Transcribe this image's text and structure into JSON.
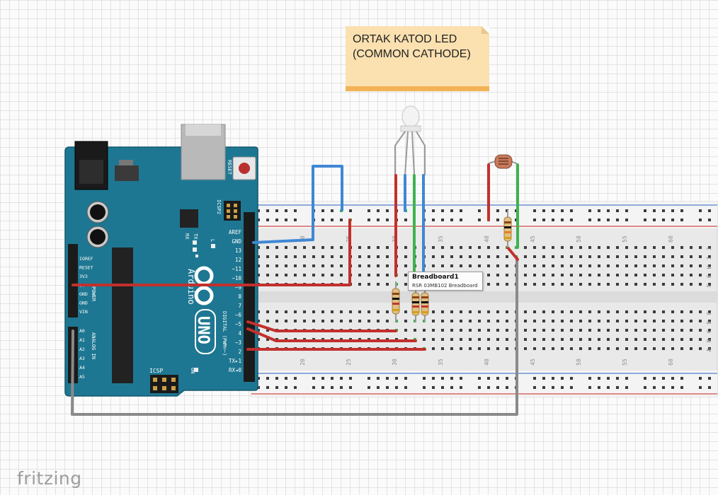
{
  "app": {
    "logo": "fritzing"
  },
  "note": {
    "line1": "ORTAK KATOD LED",
    "line2": "(COMMON CATHODE)"
  },
  "tooltip": {
    "title": "Breadboard1",
    "subtitle": "RSR 03MB102 Breadboard"
  },
  "breadboard": {
    "col_numbers": [
      "20",
      "25",
      "30",
      "35",
      "40",
      "45",
      "50",
      "55",
      "60"
    ],
    "row_letters_top": [
      "J",
      "I",
      "H",
      "G",
      "F"
    ],
    "row_letters_bottom": [
      "E",
      "D",
      "C",
      "B",
      "A"
    ]
  },
  "arduino": {
    "model": "UNO",
    "brand": "Arduino",
    "reset_label": "RESET",
    "icsp2_label": "ICSP2",
    "icsp_label": "ICSP",
    "on_label": "ON",
    "l_label": "L",
    "tx_label": "TX",
    "rx_label": "RX",
    "digital_label": "DIGITAL (PWM=~)",
    "power_label": "POWER",
    "analog_label": "ANALOG IN",
    "header_right_labels": [
      "AREF",
      "GND",
      "13",
      "12",
      "~11",
      "~10",
      "~9",
      "8",
      "7",
      "~6",
      "~5",
      "4",
      "~3",
      "2",
      "TX▸1",
      "RX◂0"
    ],
    "header_left_power": [
      "IOREF",
      "RESET",
      "3V3",
      "5V",
      "GND",
      "GND",
      "VIN"
    ],
    "header_left_analog": [
      "A0",
      "A1",
      "A2",
      "A3",
      "A4",
      "A5"
    ]
  },
  "colors": {
    "board": "#1e7792",
    "wire_red": "#c2302d",
    "wire_blue": "#3f87d4",
    "wire_green": "#3fb34d",
    "wire_gray": "#8a8a8a",
    "note": "#fbe0b0",
    "breadboard": "#eeeeee"
  }
}
